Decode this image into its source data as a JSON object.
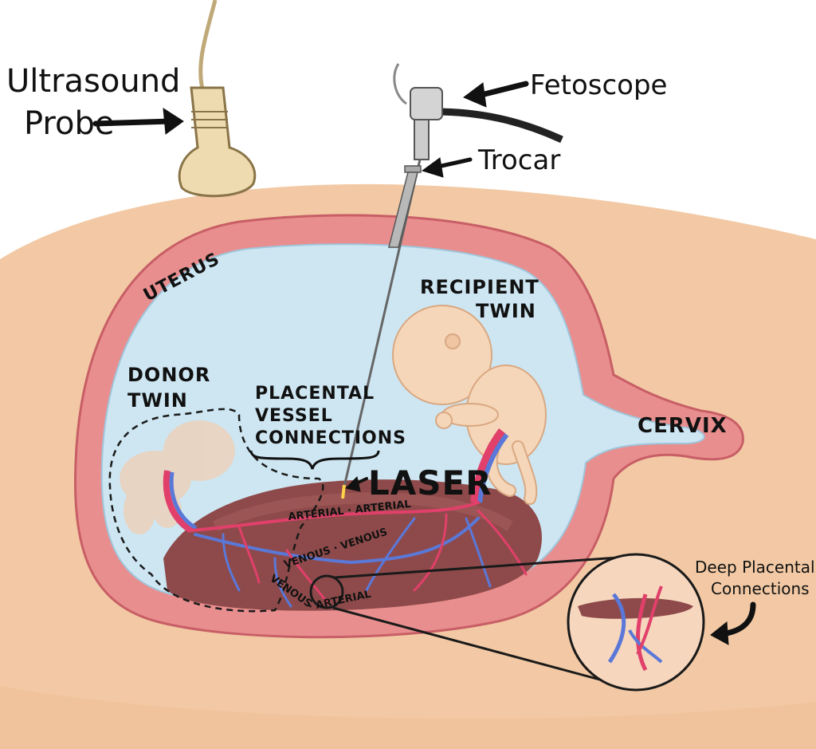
{
  "labels": {
    "ultrasound_line1": "Ultrasound",
    "ultrasound_line2": "Probe",
    "fetoscope": "Fetoscope",
    "trocar": "Trocar",
    "uterus": "UTERUS",
    "recipient_line1": "RECIPIENT",
    "recipient_line2": "TWIN",
    "donor_line1": "DONOR",
    "donor_line2": "TWIN",
    "placental_line1": "PLACENTAL",
    "placental_line2": "VESSEL",
    "placental_line3": "CONNECTIONS",
    "laser": "LASER",
    "cervix": "CERVIX",
    "arterial_arterial": "ARTERIAL · ARTERIAL",
    "venous_venous": "VENOUS · VENOUS",
    "venous_arterial_1": "VENOUS",
    "venous_arterial_2": "· ARTERIAL",
    "deep_line1": "Deep Placental",
    "deep_line2": "Connections"
  },
  "colors": {
    "skin": "#f2c9a4",
    "uterus_wall": "#e98e8e",
    "uterus_dark": "#c85e66",
    "amniotic_fluid": "#cde6f2",
    "placenta": "#8e4a4a",
    "artery": "#e0406a",
    "vein": "#5a78d8",
    "fetus": "#f5d6b8",
    "probe": "#eedcb0"
  }
}
